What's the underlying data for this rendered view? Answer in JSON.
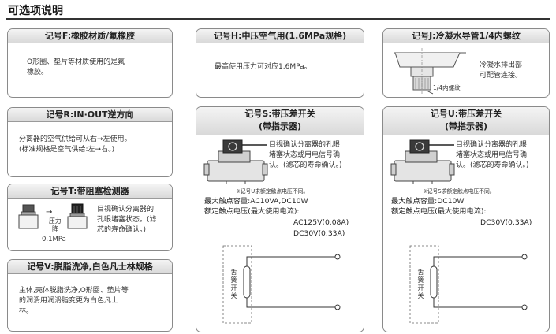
{
  "page_title": "可选项说明",
  "card_f": {
    "title": "记号F:橡胶材质/氟橡胶",
    "body_l1": "O形圈、垫片等材质使用的是氟",
    "body_l2": "橡胶。"
  },
  "card_h": {
    "title": "记号H:中压空气用(1.6MPa规格)",
    "body": "最高使用压力可对应1.6MPa。"
  },
  "card_j": {
    "title": "记号J:冷凝水导管1/4内螺纹",
    "body_l1": "冷凝水排出部",
    "body_l2": "可配管连接。",
    "thread_label": "1/4内螺纹"
  },
  "card_r": {
    "title": "记号R:IN·OUT逆方向",
    "body_l1": "分离器的空气供给可从右→左使用。",
    "body_l2": "(标准规格是空气供给:左→右。)"
  },
  "card_t": {
    "title": "记号T:带阻塞检测器",
    "arrow": "→",
    "pressure_l1": "压力",
    "pressure_l2": "降",
    "pressure_value": "0.1MPa",
    "body_l1": "目视确认分离器的",
    "body_l2": "孔眼堵塞状态。(滤",
    "body_l3": "芯的寿命确认。)"
  },
  "card_v": {
    "title": "记号V:脱脂洗净,白色凡士林规格",
    "body_l1": "主体,壳体脱脂洗净,O形圈、垫片等",
    "body_l2": "的润滑用润滑脂变更为白色凡士",
    "body_l3": "林。"
  },
  "card_s": {
    "title_l1": "记号S:带压差开关",
    "title_l2": "(带指示器)",
    "body_l1": "目视确认分离器的孔眼",
    "body_l2": "堵塞状态或用电信号确",
    "body_l3": "认。(滤芯的寿命确认。)",
    "note": "※记号U求额定触点电压不同。",
    "spec_l1": "最大触点容量:AC10VA,DC10W",
    "spec_l2": "额定触点电压(最大使用电流):",
    "spec_l3": "AC125V(0.08A)",
    "spec_l4": "DC30V(0.33A)",
    "switch_label": "舌簧开关"
  },
  "card_u": {
    "title_l1": "记号U:带压差开关",
    "title_l2": "(带指示器)",
    "body_l1": "目视确认分离器的孔眼",
    "body_l2": "堵塞状态或用电信号确",
    "body_l3": "认。(滤芯的寿命确认。)",
    "note": "※记号S求额定触点电压不同。",
    "spec_l1": "最大触点容量:DC10W",
    "spec_l2": "额定触点电压(最大使用电流):",
    "spec_l3": "DC30V(0.33A)",
    "switch_label": "舌簧开关"
  }
}
